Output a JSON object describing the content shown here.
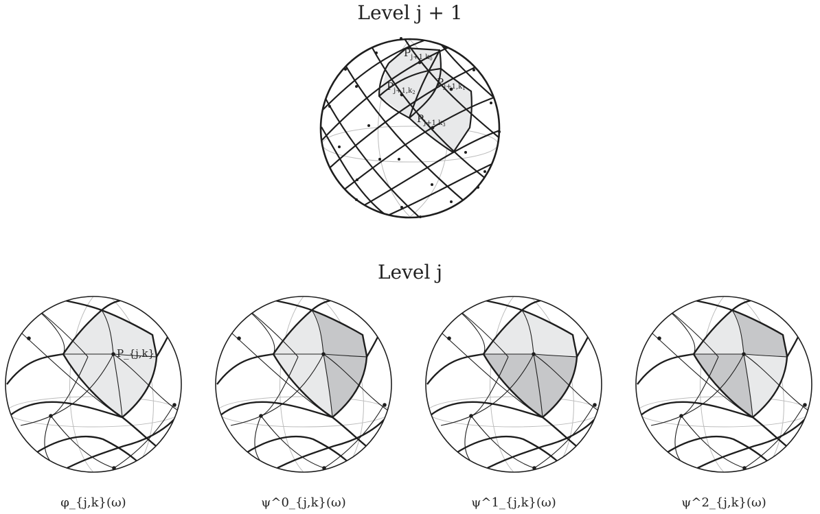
{
  "top": {
    "title": "Level j + 1",
    "points": [
      "P_{j+1,k_0}",
      "P_{j+1,k_1}",
      "P_{j+1,k_2}",
      "P_{j+1,k_3}"
    ]
  },
  "bottom": {
    "title": "Level j",
    "center_point": "P_{j,k}",
    "spheres": [
      {
        "label": "φ_{j,k}(ω)",
        "shading": [
          "light",
          "light",
          "light",
          "light"
        ]
      },
      {
        "label": "ψ^0_{j,k}(ω)",
        "shading": [
          "light",
          "dark",
          "light",
          "dark"
        ]
      },
      {
        "label": "ψ^1_{j,k}(ω)",
        "shading": [
          "light",
          "light",
          "dark",
          "dark"
        ]
      },
      {
        "label": "ψ^2_{j,k}(ω)",
        "shading": [
          "light",
          "dark",
          "dark",
          "light"
        ]
      }
    ]
  },
  "colors": {
    "light": "#e8e9ea",
    "dark": "#c6c7c9",
    "stroke": "#1e1e1e",
    "grid": "#bbbbbb"
  }
}
